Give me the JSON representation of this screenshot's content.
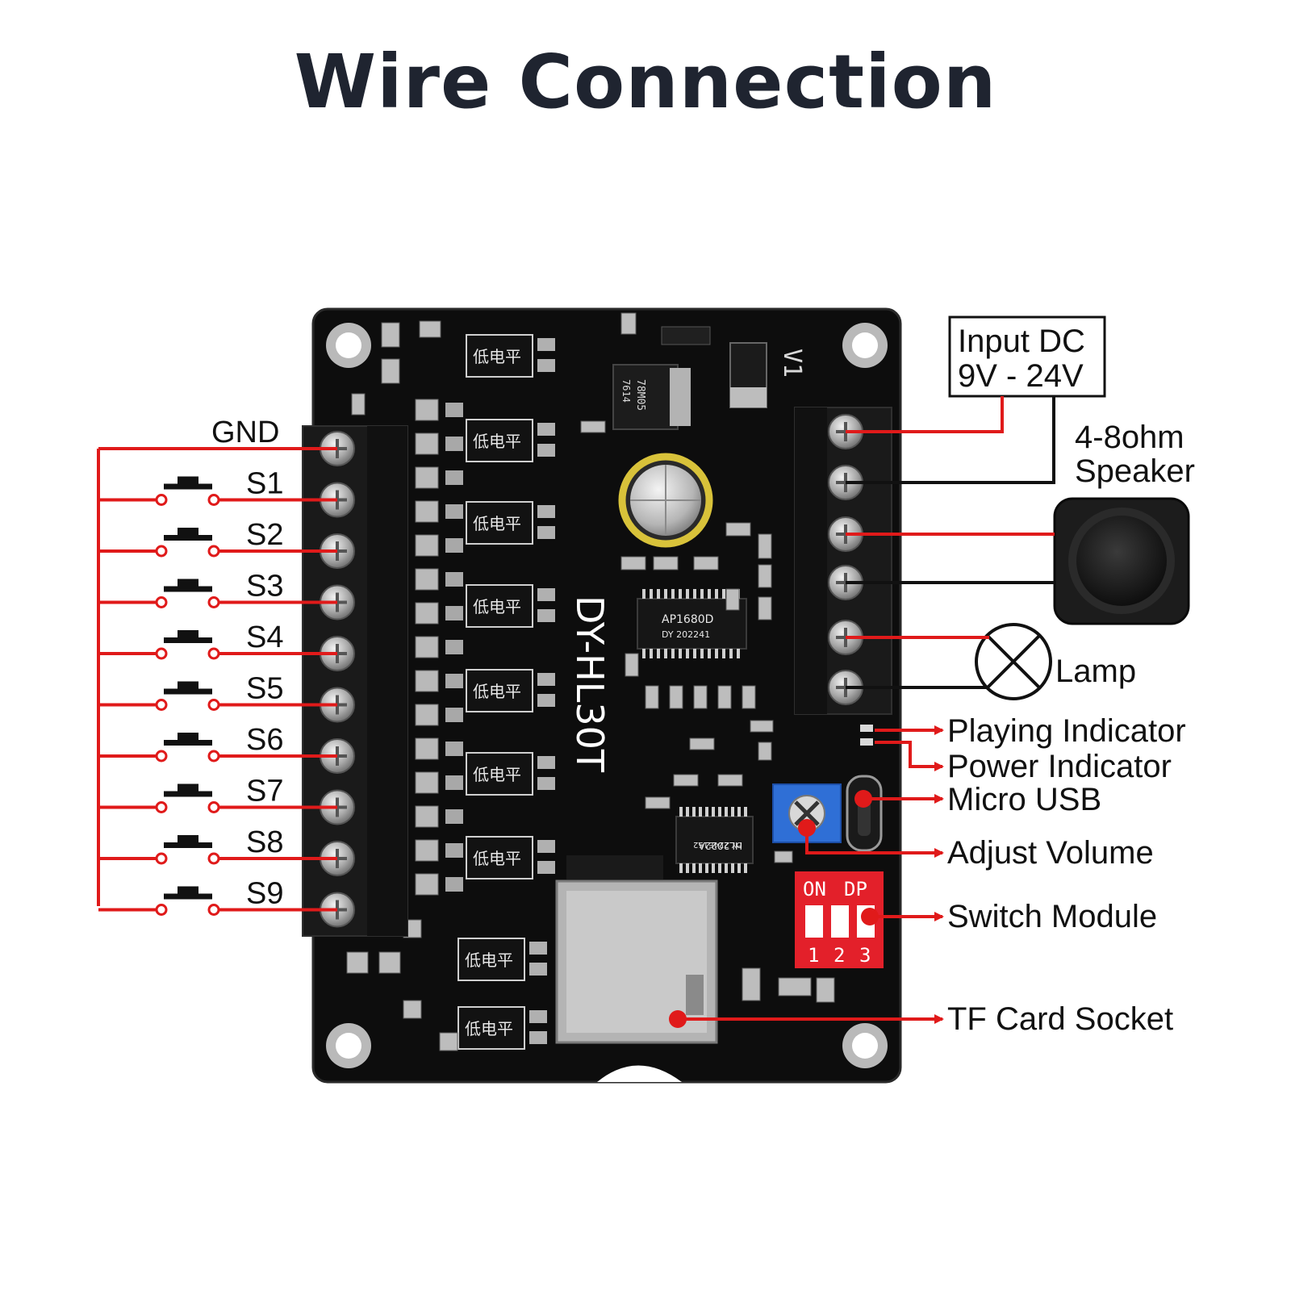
{
  "title": "Wire Connection",
  "board": {
    "model": "DY-HL30T",
    "version": "V1",
    "amp_chip": "AP1680D",
    "amp_chip_sub": "DY 202241",
    "regulator": "78M05",
    "regulator_sub": "7614",
    "mcu_chip": "HL2022A",
    "mcu_chip_sub": "DY 224E152",
    "opto_label": "低电平",
    "dip_top_left": "ON",
    "dip_top_right": "DP",
    "dip_numbers": [
      "1",
      "2",
      "3"
    ]
  },
  "left_labels": {
    "gnd": "GND",
    "switches": [
      "S1",
      "S2",
      "S3",
      "S4",
      "S5",
      "S6",
      "S7",
      "S8",
      "S9"
    ]
  },
  "right_labels": {
    "input_dc_line1": "Input DC",
    "input_dc_line2": "9V - 24V",
    "speaker_line1": "4-8ohm",
    "speaker_line2": "Speaker",
    "lamp": "Lamp",
    "playing_indicator": "Playing Indicator",
    "power_indicator": "Power Indicator",
    "micro_usb": "Micro USB",
    "adjust_volume": "Adjust Volume",
    "switch_module": "Switch Module",
    "tf_card_socket": "TF Card Socket"
  },
  "colors": {
    "wire_red": "#e01a1a",
    "wire_black": "#111111",
    "pcb": "#0d0d0d",
    "title": "#1f2430",
    "dip_red": "#e3202a",
    "pot_blue": "#2f6fd6"
  }
}
